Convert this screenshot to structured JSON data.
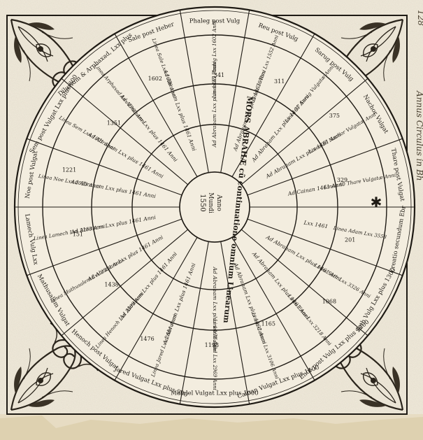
{
  "page": {
    "gutter_title": "Annus Circulus in Bh",
    "folio": "128"
  },
  "center": {
    "text_main": "MORS ABRAHÆ cũ continuatione omnium Linearum",
    "anno": "Anno",
    "mundi": "Mundi",
    "year": "1550"
  },
  "colors": {
    "paper": "#f1ebdc",
    "ink": "#1e1a14",
    "aged": "#c9b98f"
  },
  "outer_ring": [
    "Phaleg post Vulg",
    "Reu post Vulg",
    "Sarug post Vulg",
    "Nachor Vulgat",
    "Thare post Vulgat",
    "Creatio secundum Ebr",
    "Seth Vulg Lxx plus 1300",
    "Enos post Vulg Lxx plus 1200",
    "Cainan Vulgat Lxx plus 1100",
    "Malalel Vulgat Lxx plus 1000",
    "Jared Vulgat Lxx plus 900",
    "Henoch post Vulgat",
    "Mathusalem Vulgat",
    "Lamech Vulg Lxx",
    "Noe post Vulgat",
    "Sem post Vulgat Lxx plus 600",
    "Diluvium & Arphaxad, Lxx plus",
    "Sale post Heber"
  ],
  "middle_ring": [
    "Linea 35 Phaleg Lxx 1602 Anni",
    "Linea 38 Reu Lxx 1552 Anni",
    "Linea 37 Sarug Vulgatæ Anni",
    "Linea 39 Nachor Vulgatæ Anni",
    "Linea 40 Thare Vulgatæ Anni",
    "Linea Adam Lxx 3558",
    "Linea Seth Lxx 3326 Anni",
    "Linea Enos Lxx 3218 Anni",
    "Linea Cainan Lxx 3106 Anni",
    "Linea Malalel Lxx 2969 Anni",
    "Linea Jared Lxx 2664 Anni",
    "Linea Henoch Lxx 2509 Anni",
    "Linea Mathusalem Lxx 2351 Anni",
    "Linea Lamech Lxx 2153 Anni",
    "Linea Noe Lxx 2023 Anni",
    "Linea Sem Lxx 1801 Anni",
    "Linea Arphaxad Lxx 1760 Anni",
    "Linea Sale Lxx 1636 Anni"
  ],
  "inner_ring": [
    "Ad Abraham Lxx plus 1461 Anni",
    "Ad Abraham Lxx plus 1461 Anni",
    "Ad Abraham Lxx plus 1461 Anni",
    "Ad Abraham Lxx plus 1461 Anni",
    "Ad Cainan 1461 Anni",
    "Lxx 1461",
    "Ad Abraham Lxx plus 1461 Anni",
    "Ad Abraham Lxx plus 1461 Anni",
    "Ad Abraham Lxx plus 1461 Anni",
    "Ad Abraham Lxx plus 1461 Anni",
    "Ad Abraham Lxx plus 1461 Anni",
    "Ad Abraham Lxx plus 1461 Anni",
    "Ad Abraham Lxx plus 1461 Anni",
    "Ad Abraham Lxx plus 1461 Anni",
    "Ad Abraham Lxx plus 1461 Anni",
    "Ad Abraham Lxx plus 1461 Anni",
    "Ad Abraham Lxx plus 1461 Anni",
    "Ad Abraham Lxx plus 1461 Anni"
  ],
  "numerals": [
    "341",
    "311",
    "375",
    "329",
    "201",
    "1068",
    "1165",
    "1198",
    "1476",
    "1438",
    "151",
    "1221",
    "1351",
    "1602"
  ]
}
